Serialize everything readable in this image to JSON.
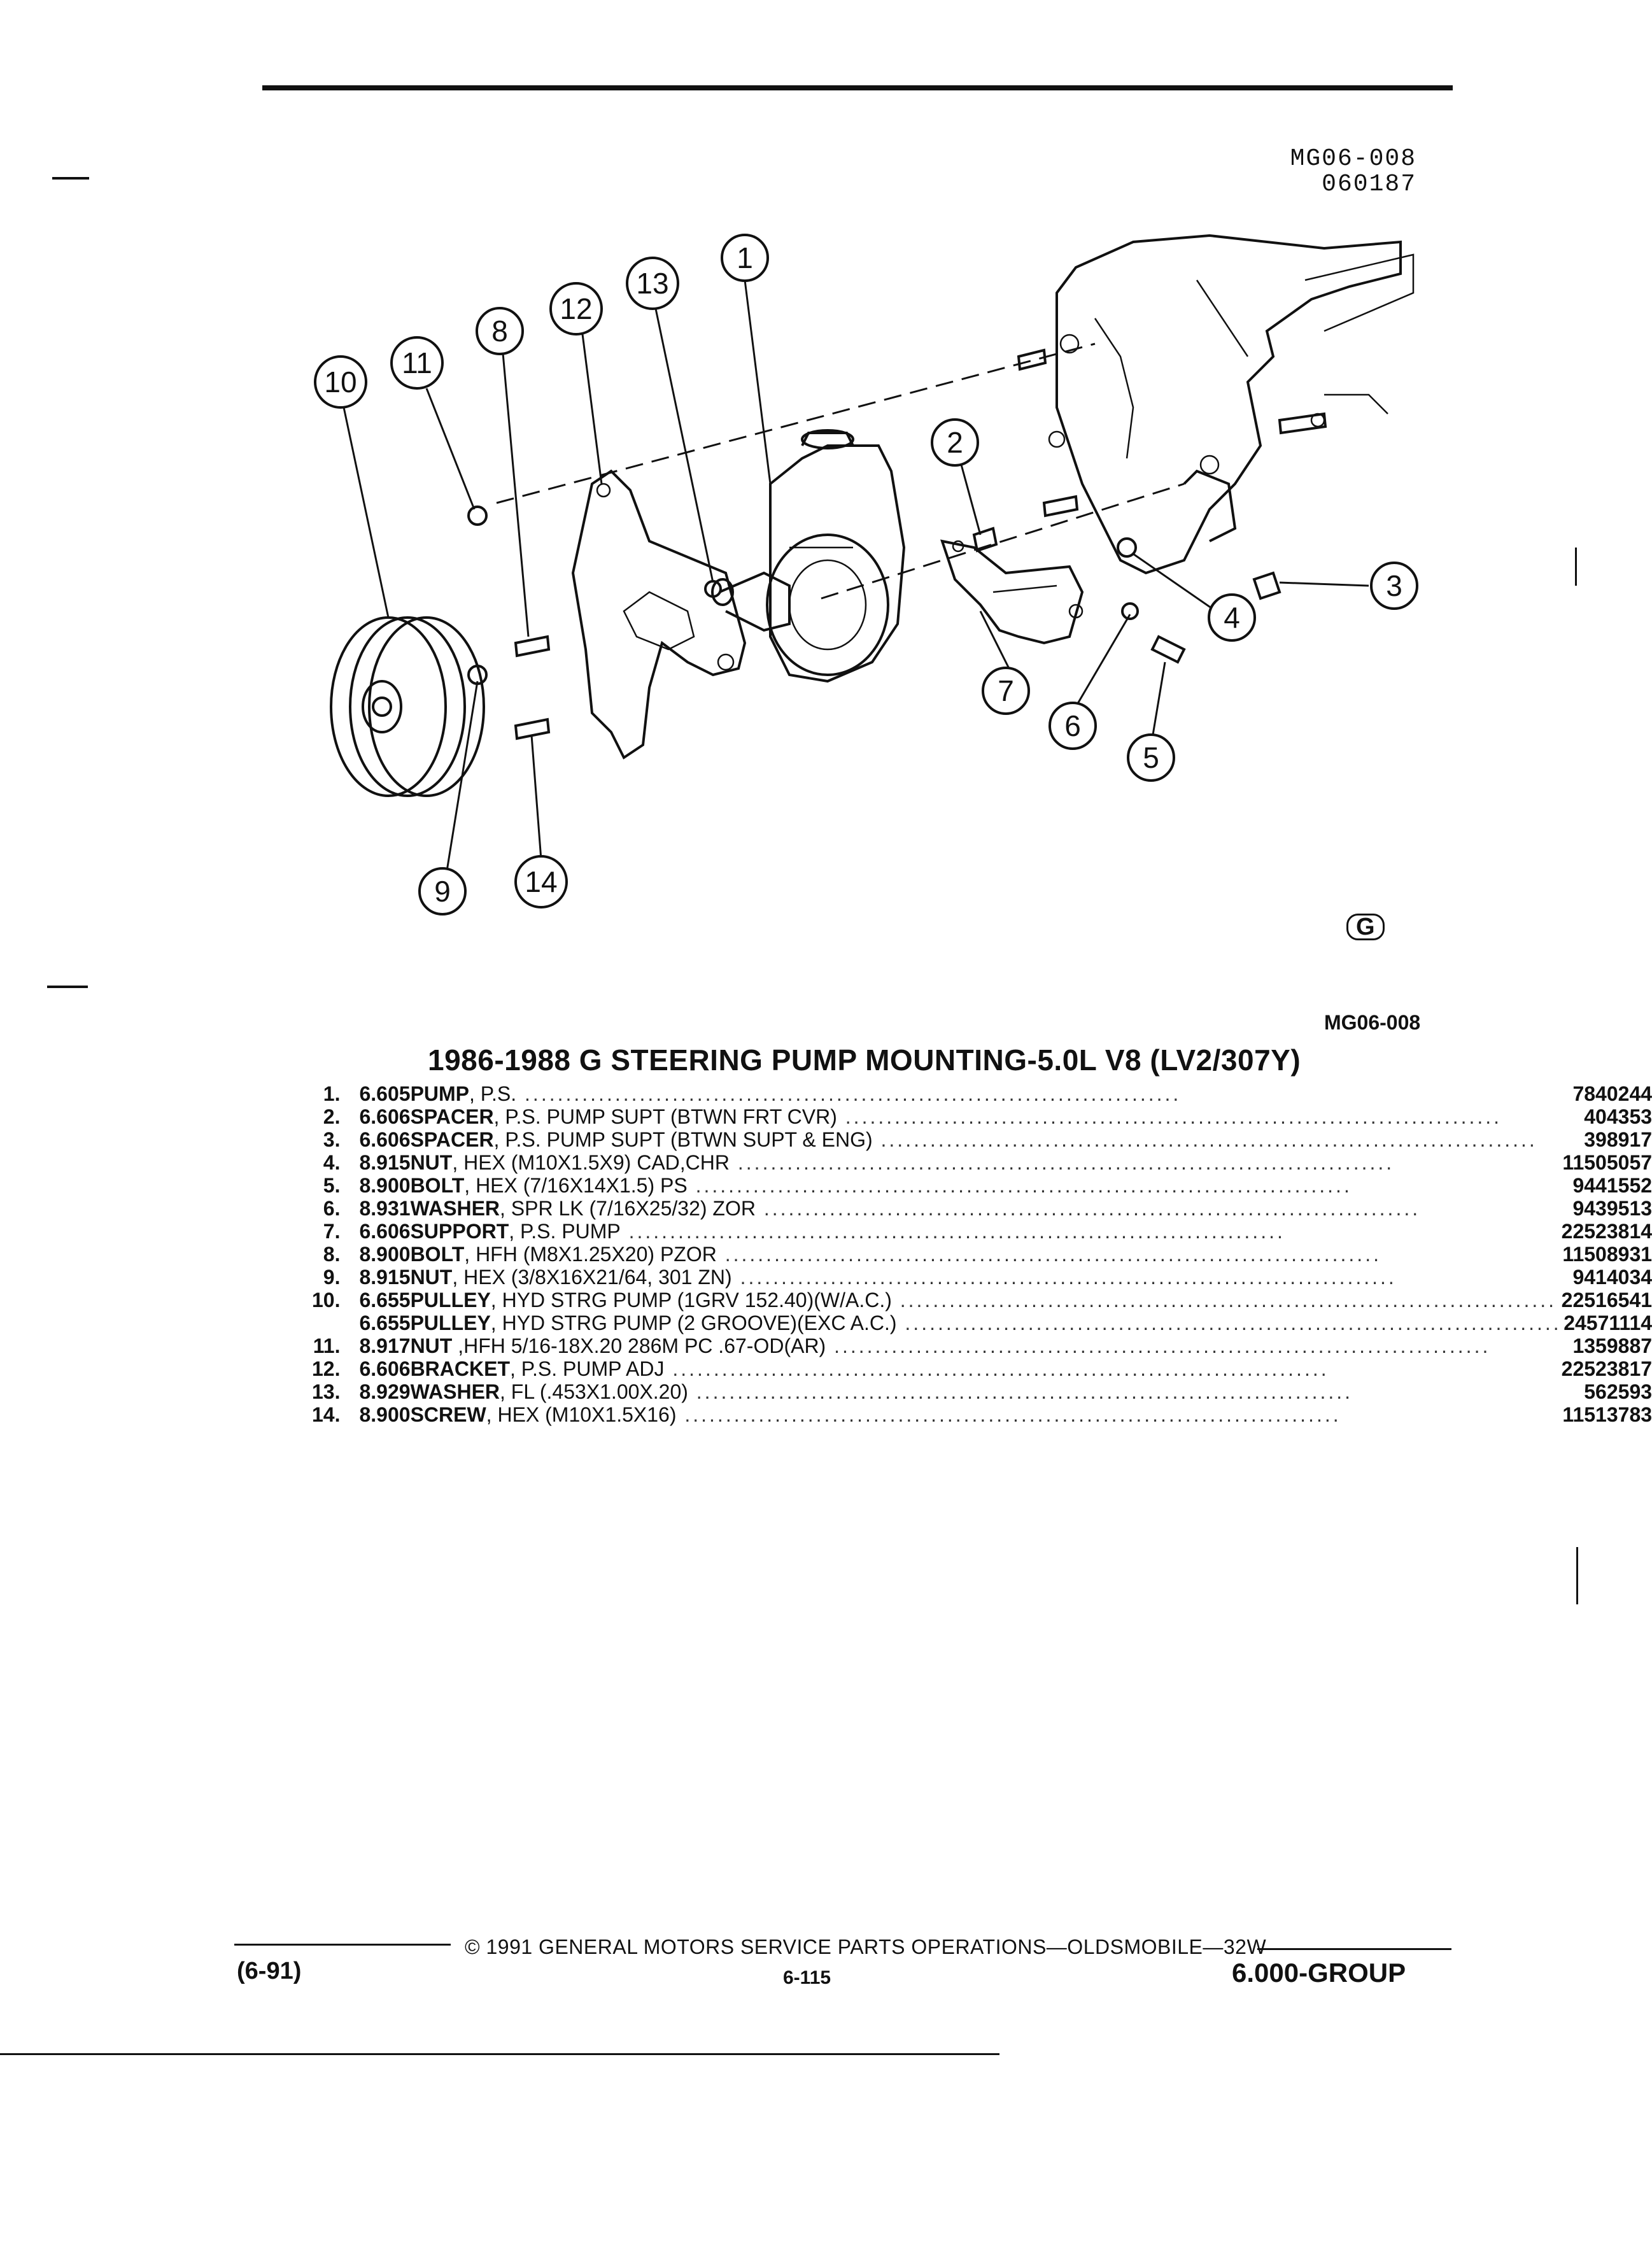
{
  "header": {
    "figure_code": "MG06-008",
    "date_code": "060187"
  },
  "diagram": {
    "callouts": [
      "1",
      "2",
      "3",
      "4",
      "5",
      "6",
      "7",
      "8",
      "9",
      "10",
      "11",
      "12",
      "13",
      "14"
    ],
    "mark": "G",
    "figure_label": "MG06-008"
  },
  "title": "1986-1988 G STEERING PUMP MOUNTING-5.0L V8 (LV2/307Y)",
  "parts": [
    {
      "num": "1.",
      "code": "6.605",
      "name": "PUMP",
      "detail": ", P.S.",
      "part_number": "7840244"
    },
    {
      "num": "2.",
      "code": "6.606",
      "name": "SPACER",
      "detail": ", P.S. PUMP SUPT (BTWN FRT CVR)",
      "part_number": "404353"
    },
    {
      "num": "3.",
      "code": "6.606",
      "name": "SPACER",
      "detail": ", P.S. PUMP SUPT (BTWN SUPT & ENG)",
      "part_number": "398917"
    },
    {
      "num": "4.",
      "code": "8.915",
      "name": "NUT",
      "detail": ", HEX (M10X1.5X9) CAD,CHR",
      "part_number": "11505057"
    },
    {
      "num": "5.",
      "code": "8.900",
      "name": "BOLT",
      "detail": ", HEX (7/16X14X1.5) PS",
      "part_number": "9441552"
    },
    {
      "num": "6.",
      "code": "8.931",
      "name": "WASHER",
      "detail": ", SPR LK (7/16X25/32) ZOR",
      "part_number": "9439513"
    },
    {
      "num": "7.",
      "code": "6.606",
      "name": "SUPPORT",
      "detail": ", P.S. PUMP",
      "part_number": "22523814"
    },
    {
      "num": "8.",
      "code": "8.900",
      "name": "BOLT",
      "detail": ", HFH (M8X1.25X20) PZOR",
      "part_number": "11508931"
    },
    {
      "num": "9.",
      "code": "8.915",
      "name": "NUT",
      "detail": ", HEX (3/8X16X21/64, 301 ZN)",
      "part_number": "9414034"
    },
    {
      "num": "10.",
      "code": "6.655",
      "name": "PULLEY",
      "detail": ", HYD STRG PUMP (1GRV 152.40)(W/A.C.)",
      "part_number": "22516541"
    },
    {
      "num": "",
      "code": "6.655",
      "name": "PULLEY",
      "detail": ", HYD STRG PUMP (2 GROOVE)(EXC A.C.)",
      "part_number": "24571114"
    },
    {
      "num": "11.",
      "code": "8.917",
      "name": "NUT",
      "detail": " ,HFH 5/16-18X.20 286M PC .67-OD(AR)",
      "part_number": "1359887"
    },
    {
      "num": "12.",
      "code": "6.606",
      "name": "BRACKET",
      "detail": ", P.S. PUMP ADJ",
      "part_number": "22523817"
    },
    {
      "num": "13.",
      "code": "8.929",
      "name": "WASHER",
      "detail": ", FL (.453X1.00X.20)",
      "part_number": "562593"
    },
    {
      "num": "14.",
      "code": "8.900",
      "name": "SCREW",
      "detail": ", HEX (M10X1.5X16)",
      "part_number": "11513783"
    }
  ],
  "footer": {
    "copyright": "© 1991 GENERAL MOTORS SERVICE PARTS OPERATIONS—OLDSMOBILE—32W",
    "revision": "(6-91)",
    "page": "6-115",
    "group": "6.000-GROUP"
  }
}
